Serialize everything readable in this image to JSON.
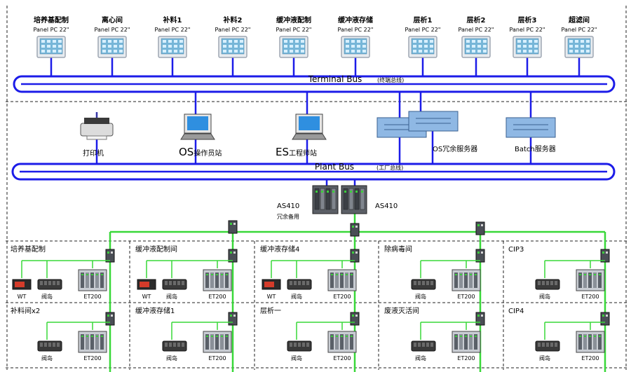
{
  "panels": [
    {
      "name": "培养基配制",
      "model": "Panel PC 22\""
    },
    {
      "name": "离心间",
      "model": "Panel PC 22\""
    },
    {
      "name": "补料1",
      "model": "Panel PC 22\""
    },
    {
      "name": "补料2",
      "model": "Panel PC 22\""
    },
    {
      "name": "缓冲液配制",
      "model": "Panel PC 22\""
    },
    {
      "name": "缓冲液存储",
      "model": "Panel PC 22\""
    },
    {
      "name": "层析1",
      "model": "Panel PC 22\""
    },
    {
      "name": "层析2",
      "model": "Panel PC 22\""
    },
    {
      "name": "层析3",
      "model": "Panel PC 22\""
    },
    {
      "name": "超滤间",
      "model": "Panel PC 22\""
    }
  ],
  "terminal_bus": {
    "name": "Terminal Bus",
    "note": "(终端总线)"
  },
  "plant_bus": {
    "name": "Plant Bus",
    "note": "(工厂总线)"
  },
  "plant_level": {
    "printer": "打印机",
    "os_station_prefix": "OS",
    "os_station_rest": "操作员站",
    "es_station_prefix": "ES",
    "es_station_rest": "工程师站",
    "os_redundant_server": "OS冗余服务器",
    "batch_server": "Batch服务器"
  },
  "controllers": {
    "standby_name": "AS410",
    "standby_note": "冗余备用",
    "primary_name": "AS410"
  },
  "stations": [
    {
      "name": "培养基配制",
      "devices": [
        "WT",
        "阀岛",
        "ET200"
      ]
    },
    {
      "name": "缓冲液配制间",
      "devices": [
        "WT",
        "阀岛",
        "ET200"
      ]
    },
    {
      "name": "缓冲液存储4",
      "devices": [
        "WT",
        "阀岛",
        "ET200"
      ]
    },
    {
      "name": "除病毒间",
      "devices": [
        "阀岛",
        "ET200"
      ]
    },
    {
      "name": "CIP3",
      "devices": [
        "阀岛",
        "ET200"
      ]
    },
    {
      "name": "补料间x2",
      "devices": [
        "阀岛",
        "ET200"
      ]
    },
    {
      "name": "缓冲液存储1",
      "devices": [
        "阀岛",
        "ET200"
      ]
    },
    {
      "name": "层析一",
      "devices": [
        "阀岛",
        "ET200"
      ]
    },
    {
      "name": "废液灭活间",
      "devices": [
        "阀岛",
        "ET200"
      ]
    },
    {
      "name": "CIP4",
      "devices": [
        "阀岛",
        "ET200"
      ]
    }
  ],
  "colors": {
    "bus": "#1c1ce8",
    "field_network": "#39d839",
    "panel_frame": "#9ea6b2",
    "panel_screen": "#76b6d8",
    "pc_device": "#8fb8e4"
  }
}
